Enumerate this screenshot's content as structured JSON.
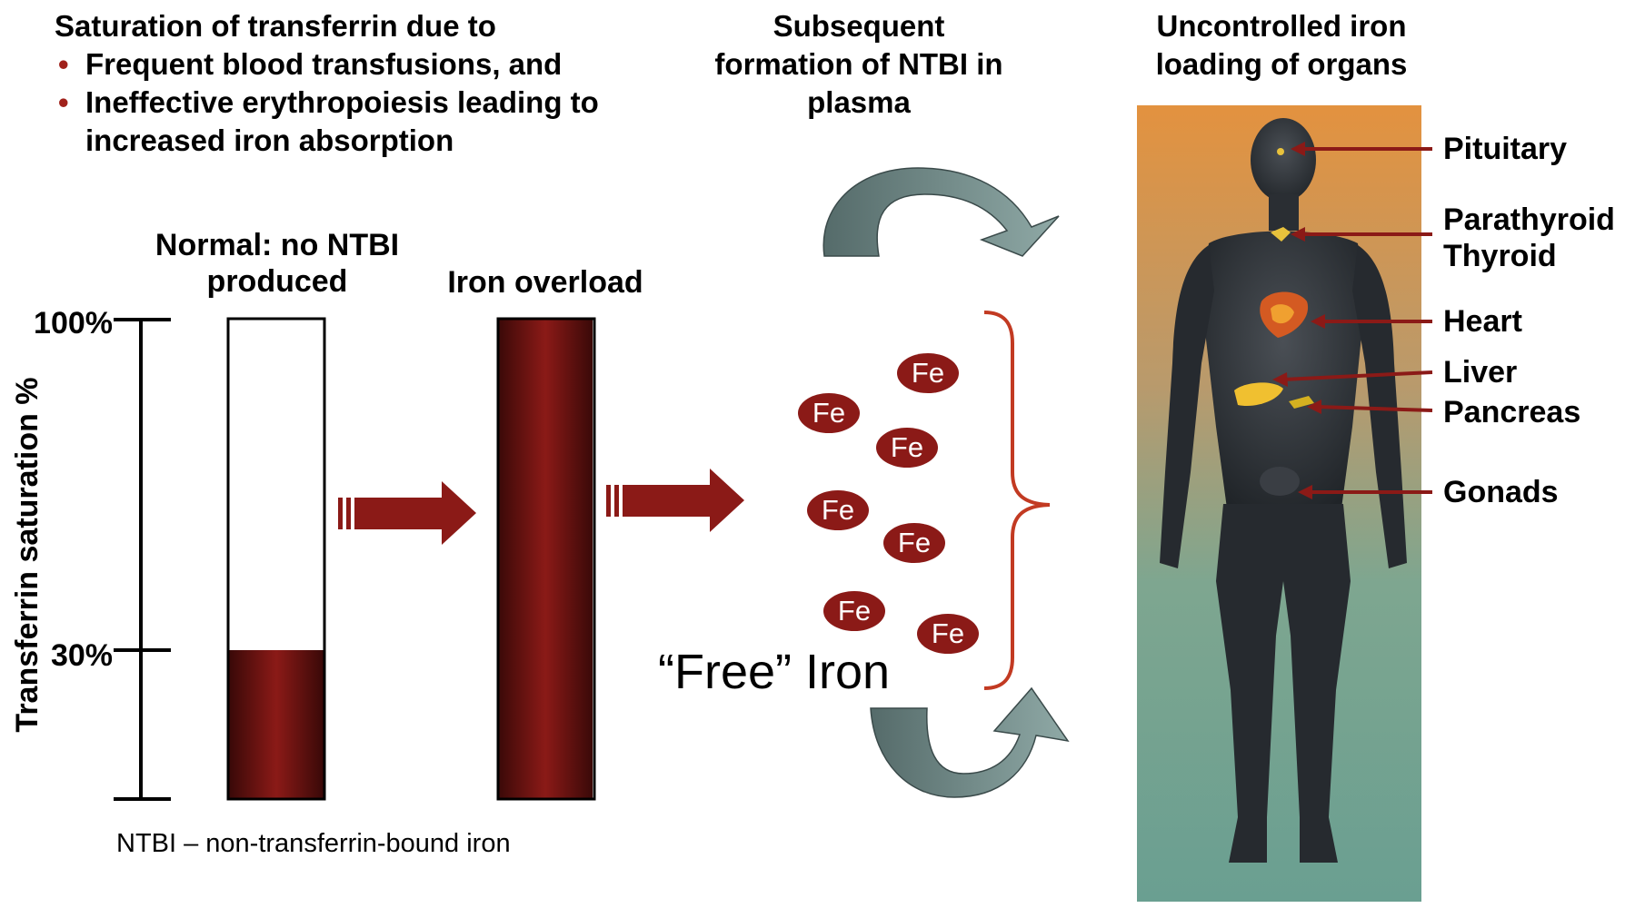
{
  "left_header": {
    "title": "Saturation of transferrin due to",
    "bullets": [
      {
        "line1": "Frequent blood transfusions, and",
        "line2": ""
      },
      {
        "line1": "Ineffective erythropoiesis leading to",
        "line2": "increased iron absorption"
      }
    ]
  },
  "middle_header": {
    "line1": "Subsequent",
    "line2": "formation of NTBI in",
    "line3": "plasma"
  },
  "right_header": {
    "line1": "Uncontrolled iron",
    "line2": "loading of organs"
  },
  "axis": {
    "label": "Transferrin saturation %",
    "tick_top": "100%",
    "tick_mid": "30%"
  },
  "bars": {
    "normal_label_line1": "Normal: no NTBI",
    "normal_label_line2": "produced",
    "normal_fill_percent": 30,
    "overload_label": "Iron overload",
    "overload_fill_percent": 100
  },
  "fe_label": "Fe",
  "free_iron_label": "“Free” Iron",
  "footnote": "NTBI – non-transferrin-bound iron",
  "organs": {
    "pituitary": "Pituitary",
    "parathyroid": "Parathyroid",
    "thyroid": "Thyroid",
    "heart": "Heart",
    "liver": "Liver",
    "pancreas": "Pancreas",
    "gonads": "Gonads"
  },
  "colors": {
    "iron_red": "#8b1a17",
    "arrow_red": "#8b1a17",
    "brace_red": "#c23a22",
    "grey_arrow": "#7a9593",
    "bg_top": "#e0944a",
    "bg_bottom": "#6aa295"
  }
}
